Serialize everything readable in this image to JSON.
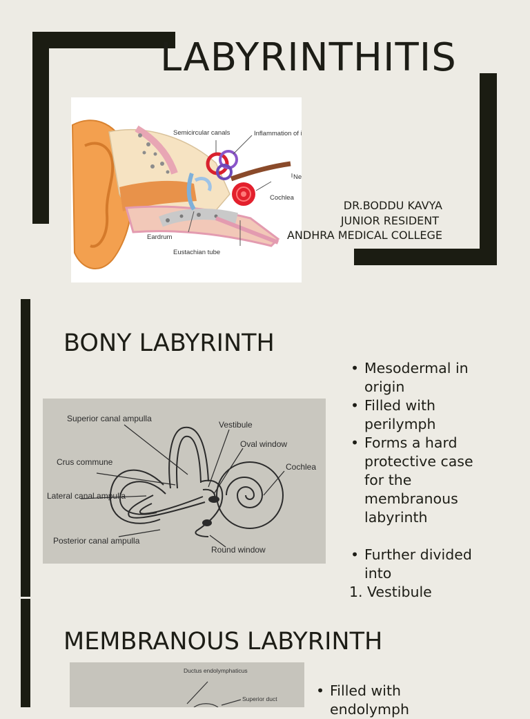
{
  "slide1": {
    "title": "LABYRINTHITIS",
    "figure_labels": {
      "semicircular": "Semicircular canals",
      "inflammation": "Inflammation of inner ear",
      "nerve": "Nerve fibers",
      "cochlea": "Cochlea",
      "eardrum": "Eardrum",
      "eustachian": "Eustachian tube"
    },
    "author_name": "DR.BODDU KAVYA",
    "author_role": "JUNIOR RESIDENT",
    "author_college": "ANDHRA MEDICAL COLLEGE"
  },
  "slide2": {
    "title": "BONY LABYRINTH",
    "figure_labels": {
      "superior": "Superior canal ampulla",
      "vestibule": "Vestibule",
      "oval": "Oval window",
      "crus": "Crus commune",
      "cochlea": "Cochlea",
      "lateral": "Lateral canal ampulla",
      "posterior": "Posterior canal ampulla",
      "round": "Round window"
    },
    "bullets": [
      "Mesodermal in origin",
      "Filled with perilymph",
      "Forms a hard protective case for the membranous labyrinth",
      "Further divided into"
    ],
    "numbered": [
      {
        "n": "1.",
        "text": "Vestibule"
      }
    ]
  },
  "slide3": {
    "title": "MEMBRANOUS LABYRINTH",
    "figure_labels": {
      "ductus": "Ductus endolymphaticus",
      "superior_duct": "Superior duct"
    },
    "bullets": [
      "Filled with endolymph"
    ]
  }
}
